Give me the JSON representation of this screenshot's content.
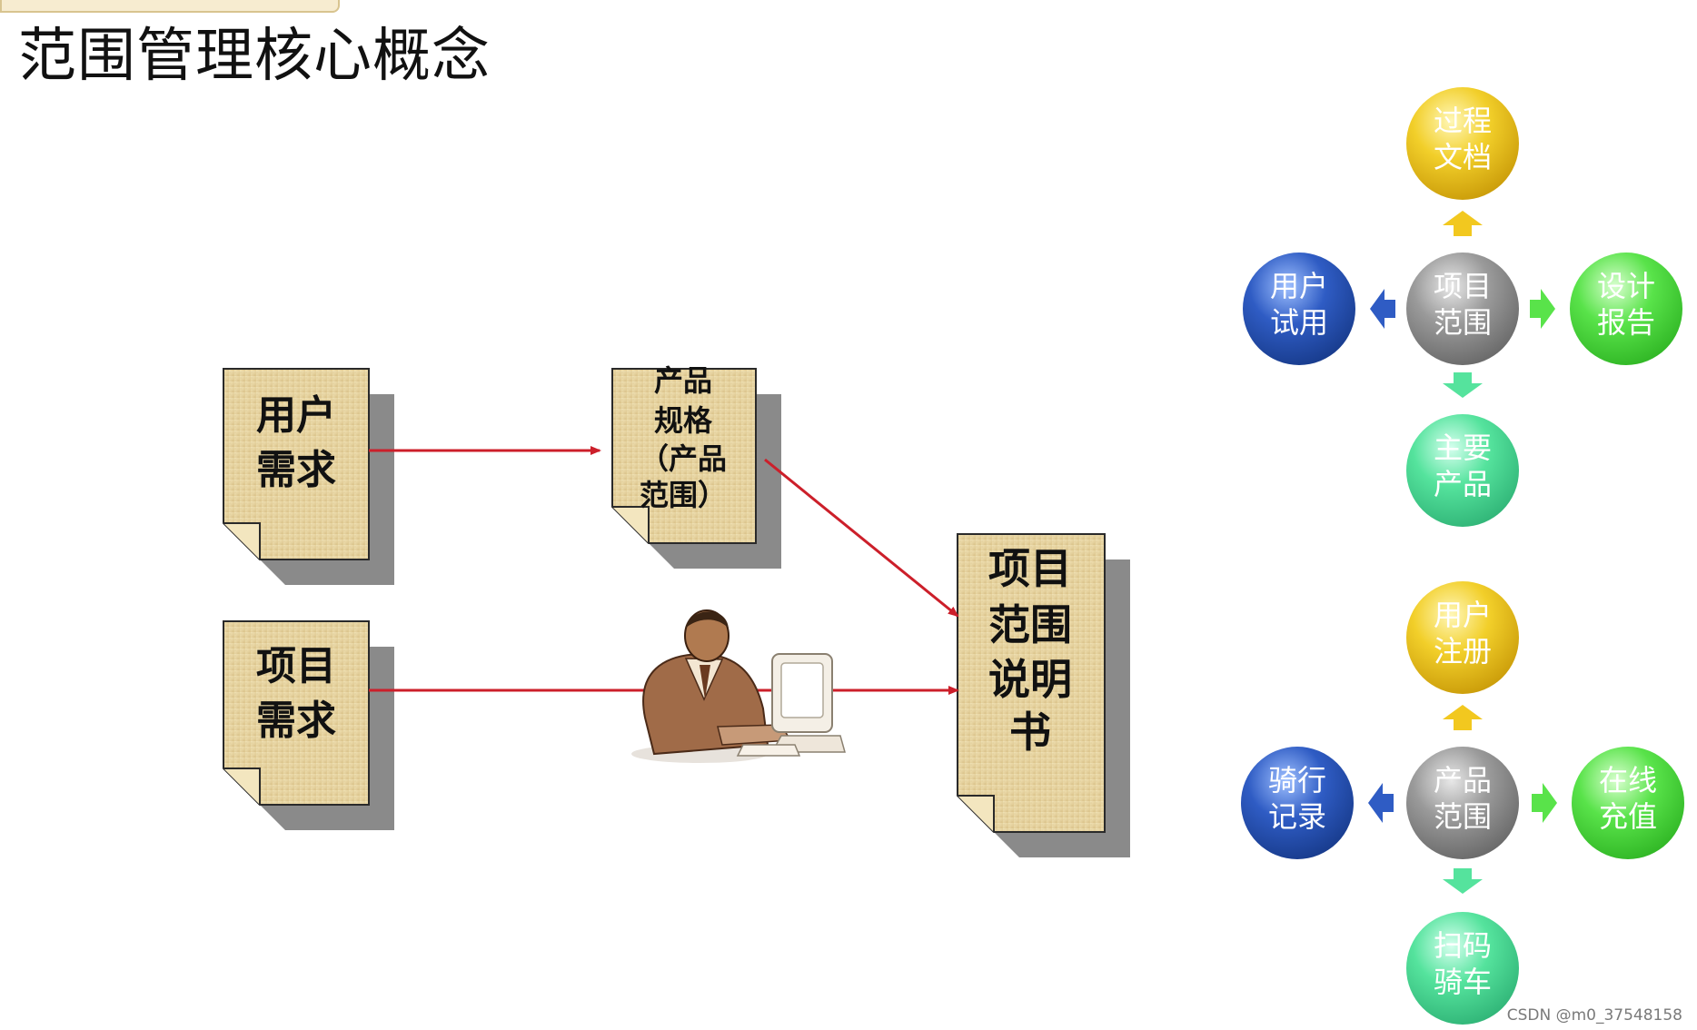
{
  "title": "范围管理核心概念",
  "docs": {
    "user_req": [
      "用户",
      "需求"
    ],
    "project_req": [
      "项目",
      "需求"
    ],
    "product_spec": [
      "产品",
      "规格",
      "（产品",
      "范围）"
    ],
    "scope_statement": [
      "项目",
      "范围",
      "说明",
      "书"
    ]
  },
  "scope_diagram": {
    "center": [
      "项目",
      "范围"
    ],
    "top": [
      "过程",
      "文档"
    ],
    "left": [
      "用户",
      "试用"
    ],
    "right": [
      "设计",
      "报告"
    ],
    "bottom": [
      "主要",
      "产品"
    ]
  },
  "product_diagram": {
    "center": [
      "产品",
      "范围"
    ],
    "top": [
      "用户",
      "注册"
    ],
    "left": [
      "骑行",
      "记录"
    ],
    "right": [
      "在线",
      "充值"
    ],
    "bottom": [
      "扫码",
      "骑车"
    ]
  },
  "colors": {
    "paper": "#e9d8a8",
    "arrow": "#cc1f2a",
    "yellow": "#f2cf2a",
    "blue": "#2f5cc4",
    "green": "#59e34a",
    "mint": "#55e39d",
    "gray": "#8f8f8f"
  },
  "icons": [
    "person-at-computer-icon",
    "arrow-up-icon",
    "arrow-left-icon",
    "arrow-right-icon",
    "arrow-down-icon"
  ],
  "watermark": "CSDN @m0_37548158"
}
